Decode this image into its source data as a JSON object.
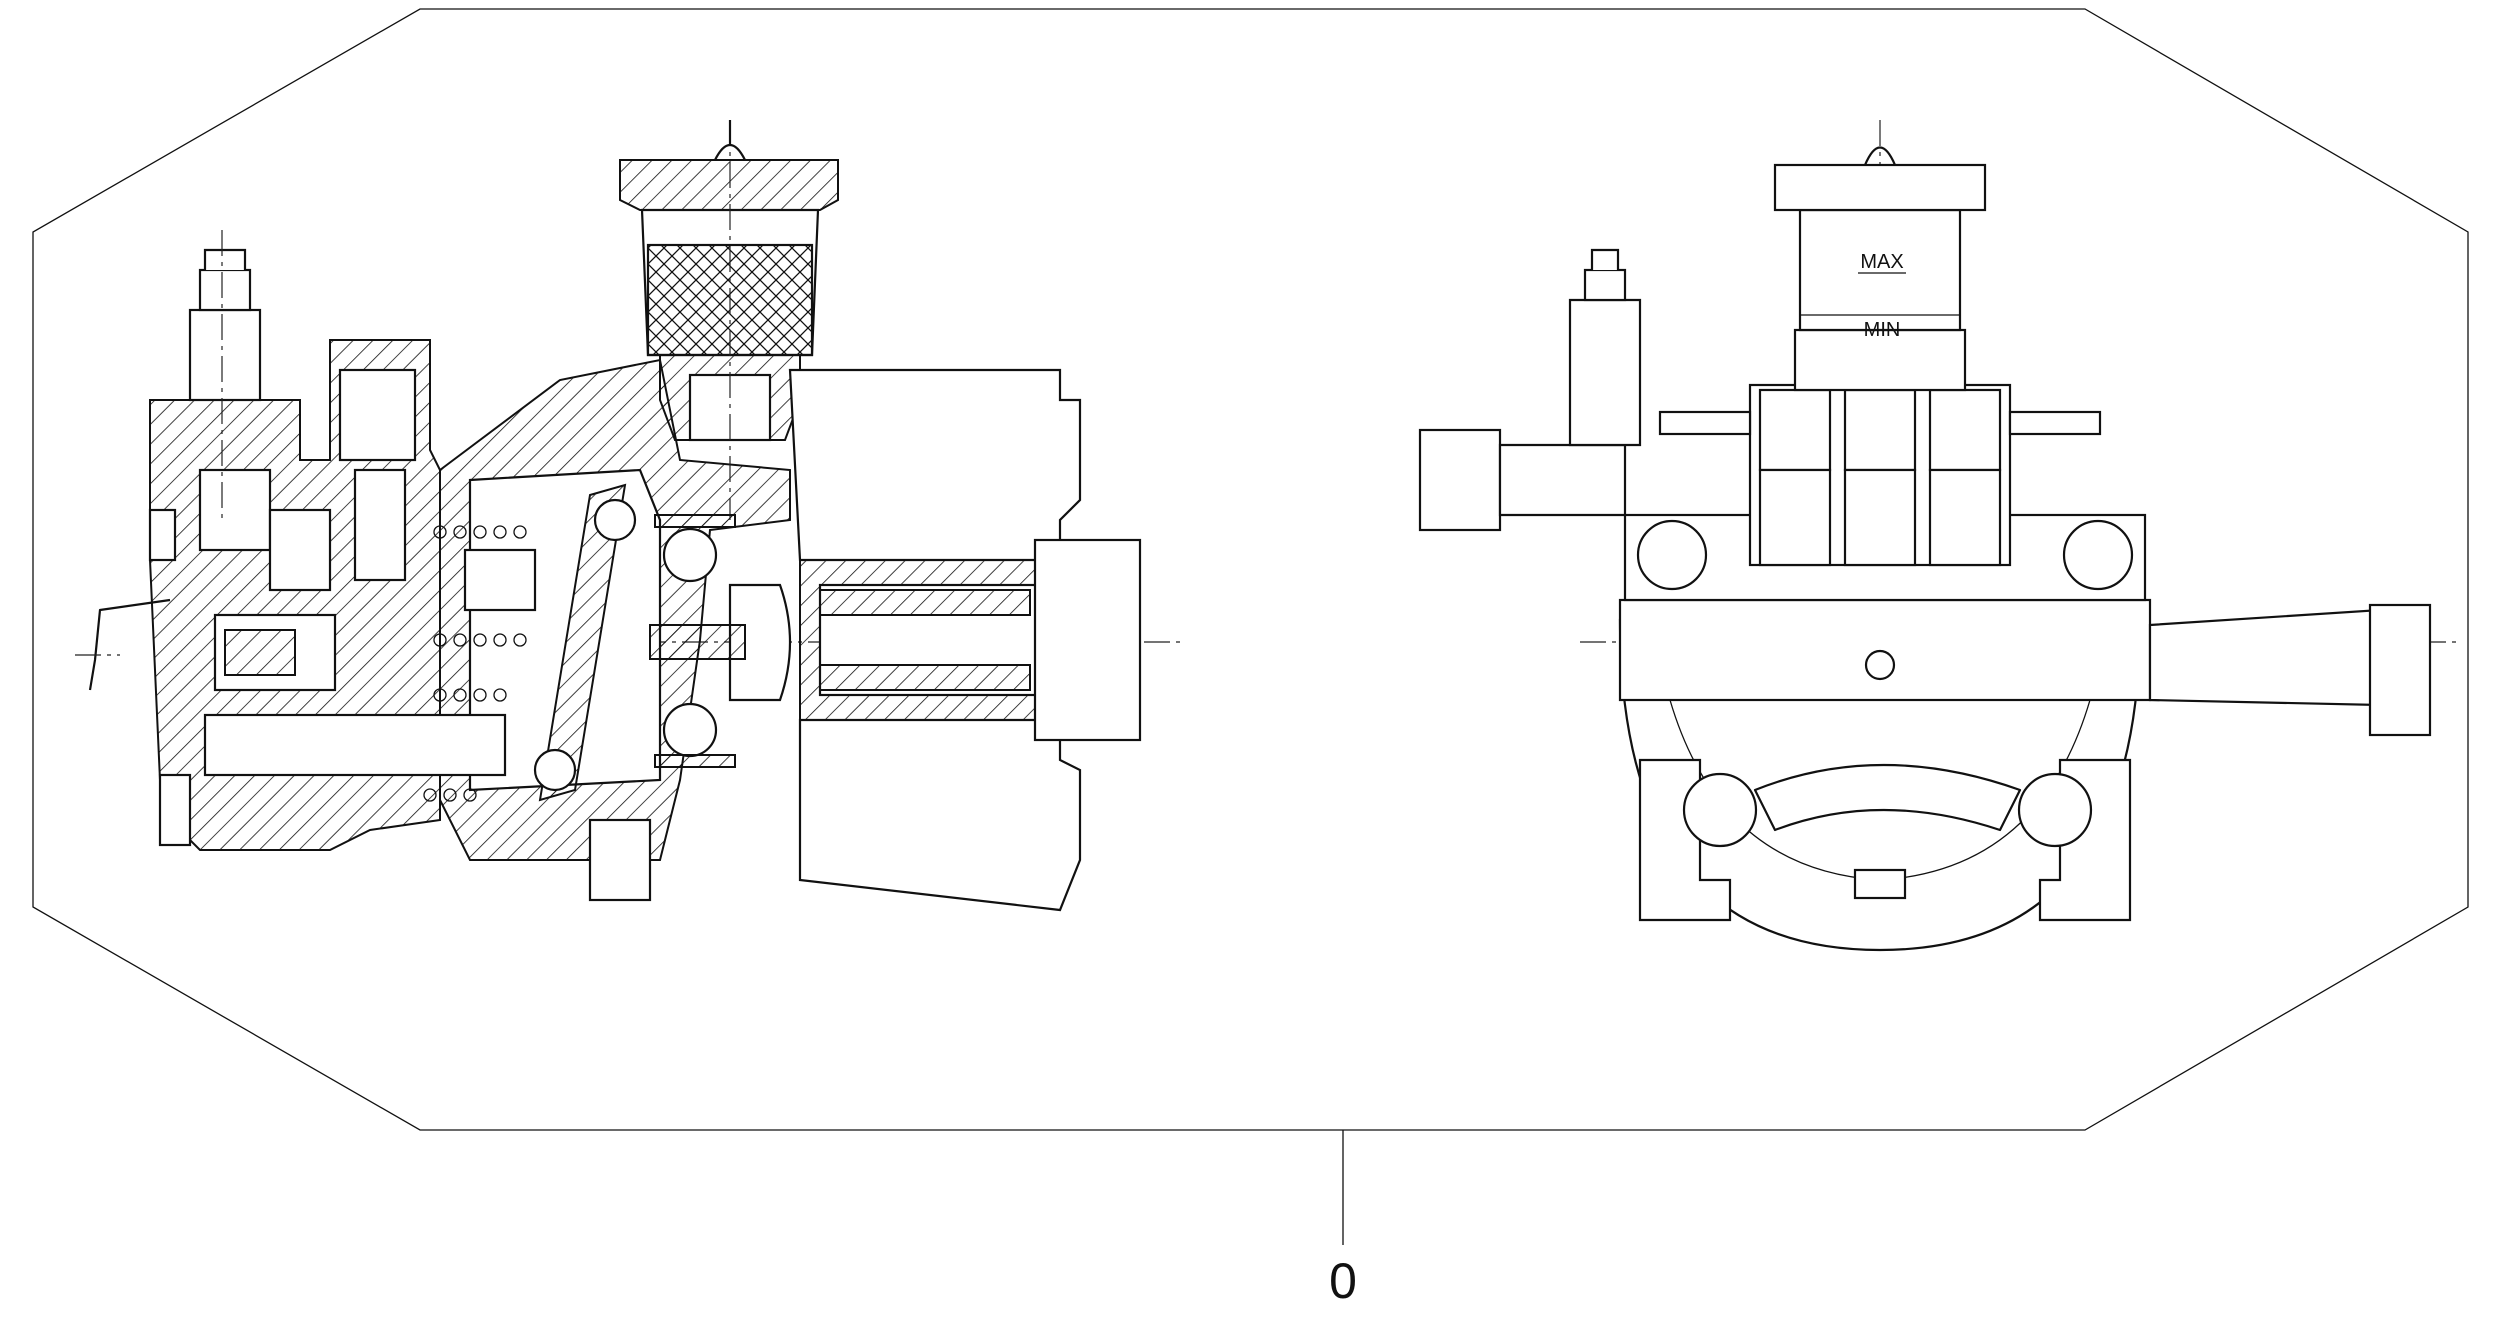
{
  "callout": {
    "number": "0"
  },
  "front_view": {
    "level_max": "MAX",
    "level_min": "MIN"
  },
  "colors": {
    "line": "#111111",
    "background": "#ffffff"
  }
}
